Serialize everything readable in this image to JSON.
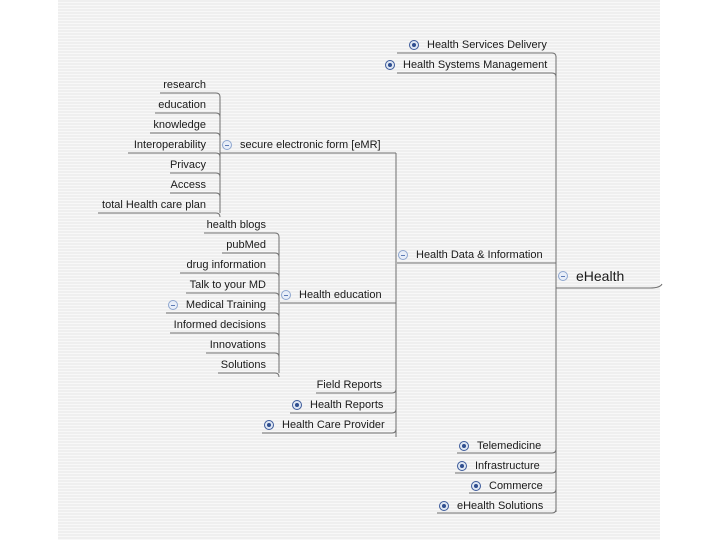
{
  "root": {
    "label": "eHealth",
    "toggle": "minus-icon"
  },
  "top_nodes": [
    {
      "label": "Health Services Delivery",
      "toggle": "plus-icon"
    },
    {
      "label": "Health Systems Management",
      "toggle": "plus-icon"
    }
  ],
  "health_data": {
    "label": "Health Data & Information",
    "toggle": "minus-icon",
    "emr": {
      "label": "secure electronic form [eMR]",
      "toggle": "minus-icon",
      "children": [
        "research",
        "education",
        "knowledge",
        "Interoperability",
        "Privacy",
        "Access",
        "total Health care plan"
      ]
    },
    "health_education": {
      "label": "Health education",
      "toggle": "minus-icon",
      "children": [
        {
          "label": "health blogs"
        },
        {
          "label": "pubMed"
        },
        {
          "label": "drug information"
        },
        {
          "label": "Talk to your MD"
        },
        {
          "label": "Medical Training",
          "toggle": "minus-icon"
        },
        {
          "label": "Informed decisions"
        },
        {
          "label": "Innovations"
        },
        {
          "label": "Solutions"
        }
      ]
    },
    "other_children": [
      {
        "label": "Field Reports"
      },
      {
        "label": "Health Reports",
        "toggle": "plus-icon"
      },
      {
        "label": "Health Care Provider",
        "toggle": "plus-icon"
      }
    ]
  },
  "bottom_nodes": [
    {
      "label": "Telemedicine",
      "toggle": "plus-icon"
    },
    {
      "label": "Infrastructure",
      "toggle": "plus-icon"
    },
    {
      "label": "Commerce",
      "toggle": "plus-icon"
    },
    {
      "label": "eHealth Solutions",
      "toggle": "plus-icon"
    }
  ],
  "colors": {
    "background": "#efefef",
    "edge": "#6f6f6f",
    "toggle_plus": "#2f4e8f",
    "toggle_minus": "#8ea6cf"
  }
}
